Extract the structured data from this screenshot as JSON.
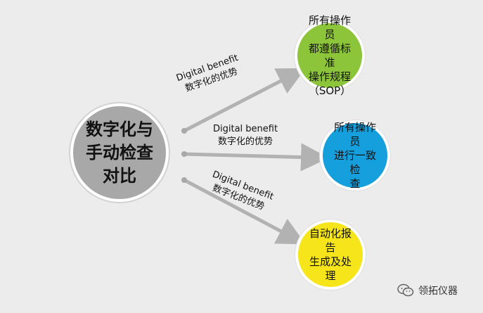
{
  "center_node": {
    "line1": "数字化与",
    "line2": "手动检查",
    "line3": "对比",
    "color": "#a8a8a8"
  },
  "branches": [
    {
      "label_en": "Digital benefit",
      "label_zh": "数字化的优势",
      "node_lines": [
        "所有操作员",
        "都遵循标准",
        "操作规程",
        "（SOP）"
      ],
      "color": "#8cc43a"
    },
    {
      "label_en": "Digital benefit",
      "label_zh": "数字化的优势",
      "node_lines": [
        "所有操作员",
        "进行一致检",
        "查"
      ],
      "color": "#159fdc"
    },
    {
      "label_en": "Digital benefit",
      "label_zh": "数字化的优势",
      "node_lines": [
        "自动化报告",
        "生成及处理"
      ],
      "color": "#f5e51a"
    }
  ],
  "watermark": {
    "text": "领拓仪器",
    "icon": "wechat-icon"
  },
  "colors": {
    "background": "#ececec",
    "arrow": "#b2b2b2",
    "dot": "#a8a8a8"
  }
}
